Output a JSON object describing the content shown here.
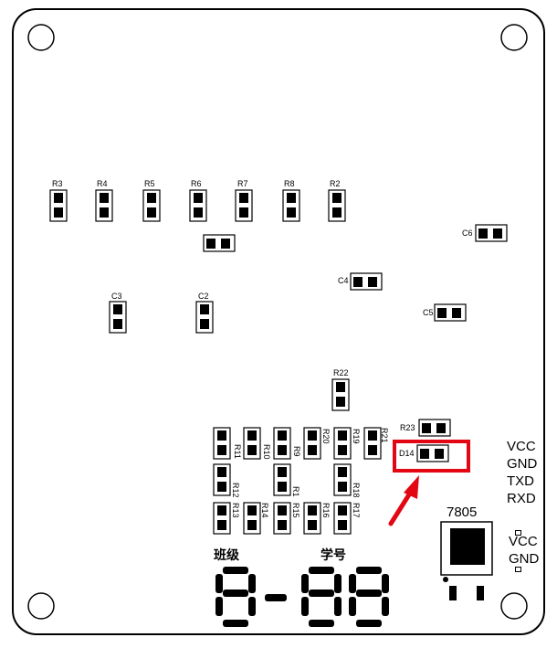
{
  "board": {
    "outline_color": "#000000",
    "highlight_color": "#e30613",
    "pad_color": "#000000"
  },
  "resistors_top": [
    "R3",
    "R4",
    "R5",
    "R6",
    "R7",
    "R8",
    "R2"
  ],
  "capacitors": {
    "c3": "C3",
    "c2": "C2",
    "c4": "C4",
    "c5": "C5",
    "c6": "C6"
  },
  "small_parts": {
    "r22": "R22",
    "r23": "R23",
    "d14": "D14"
  },
  "display_resistors": {
    "r11": "R11",
    "r10": "R10",
    "r9": "R9",
    "r20": "R20",
    "r19": "R19",
    "r21": "R21",
    "r12": "R12",
    "r18": "R18",
    "r13": "R13",
    "r14": "R14",
    "r1": "R1",
    "r15": "R15",
    "r16": "R16",
    "r17": "R17"
  },
  "serial_pins": [
    "VCC",
    "GND",
    "TXD",
    "RXD"
  ],
  "power_pins": [
    "VCC",
    "GND"
  ],
  "regulator_label": "7805",
  "labels_cn": {
    "class": "班级",
    "student_id": "学号"
  },
  "display_text": "8-88",
  "annotation": {
    "arrow_icon": "red-arrow-icon",
    "box": "d14-highlight-box"
  }
}
